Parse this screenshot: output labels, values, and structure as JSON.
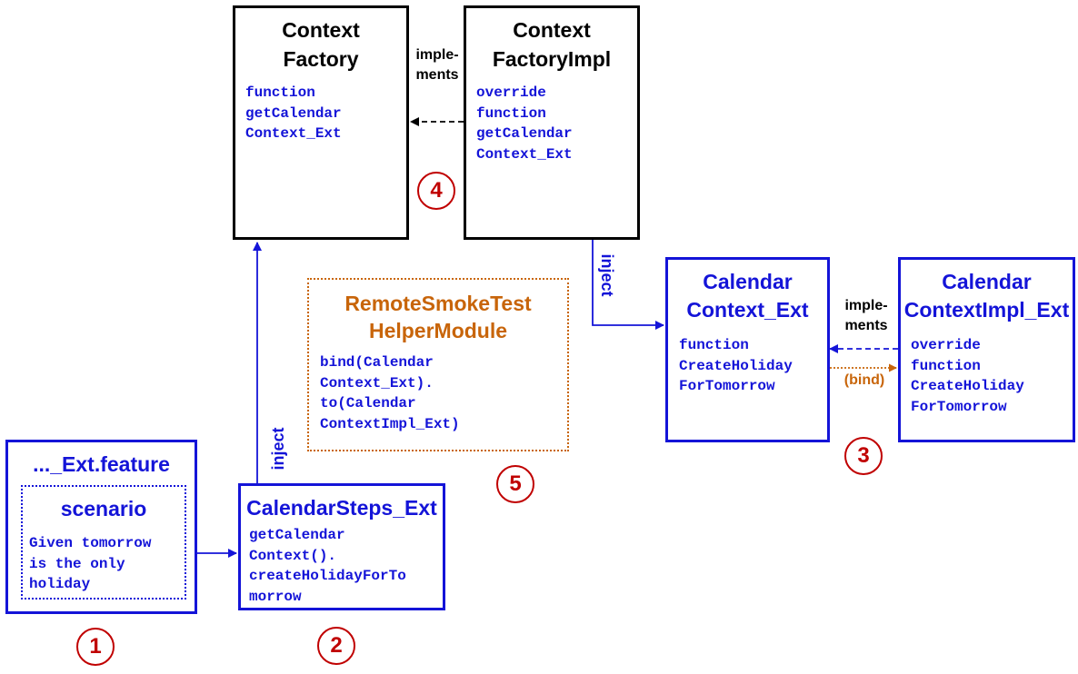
{
  "context_factory": {
    "title_lines": [
      "Context",
      "Factory"
    ],
    "code_lines": [
      "function",
      "getCalendar",
      "Context_Ext"
    ]
  },
  "context_factory_impl": {
    "title_lines": [
      "Context",
      "FactoryImpl"
    ],
    "code_lines": [
      "override",
      "function",
      "getCalendar",
      "Context_Ext"
    ]
  },
  "implements_top": [
    "imple-",
    "ments"
  ],
  "remote_module": {
    "title_lines": [
      "RemoteSmokeTest",
      "HelperModule"
    ],
    "code_lines": [
      "bind(Calendar",
      "Context_Ext).",
      "to(Calendar",
      "ContextImpl_Ext)"
    ]
  },
  "calendar_context_ext": {
    "title_lines": [
      "Calendar",
      "Context_Ext"
    ],
    "code_lines": [
      "function",
      "CreateHoliday",
      "ForTomorrow"
    ]
  },
  "calendar_context_impl_ext": {
    "title_lines": [
      "Calendar",
      "ContextImpl_Ext"
    ],
    "code_lines": [
      "override",
      "function",
      "CreateHoliday",
      "ForTomorrow"
    ]
  },
  "implements_right": [
    "imple-",
    "ments"
  ],
  "bind_label": "(bind)",
  "inject_top": "inject",
  "inject_bottom": "inject",
  "feature": {
    "title": "..._Ext.feature",
    "scenario_title": "scenario",
    "code_lines": [
      "Given tomorrow",
      "is the only",
      "holiday"
    ]
  },
  "calendar_steps": {
    "title": "CalendarSteps_Ext",
    "code_lines": [
      "getCalendar",
      "Context().",
      "createHolidayForTo",
      "morrow"
    ]
  },
  "steps": [
    "1",
    "2",
    "3",
    "4",
    "5"
  ],
  "colors": {
    "blue": "#1414d8",
    "black": "#000000",
    "orange": "#c8650a",
    "red": "#c00000"
  }
}
